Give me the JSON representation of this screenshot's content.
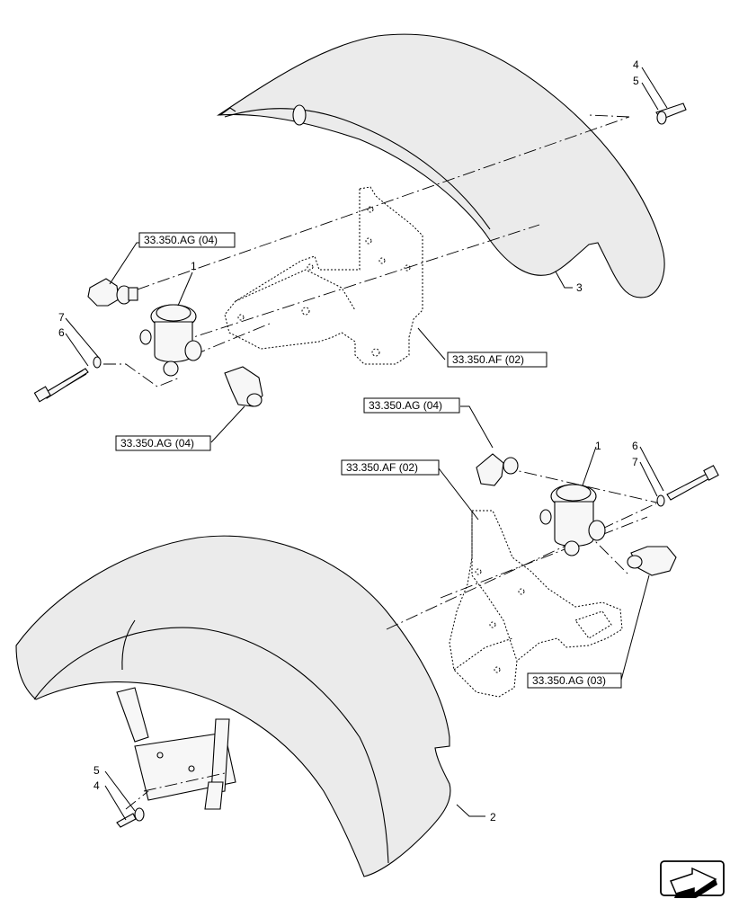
{
  "callouts": {
    "one_top": "1",
    "two": "2",
    "three": "3",
    "four_top": "4",
    "five_top": "5",
    "six_left": "6",
    "seven_left": "7",
    "one_bottom": "1",
    "six_right": "6",
    "seven_right": "7",
    "five_bottom": "5",
    "four_bottom": "4"
  },
  "references": {
    "ag04_top": "33.350.AG (04)",
    "af02_top": "33.350.AF (02)",
    "ag04_left": "33.350.AG (04)",
    "ag04_right": "33.350.AG (04)",
    "af02_bottom": "33.350.AF (02)",
    "ag03_bottom": "33.350.AG (03)"
  },
  "nav_icon": "next-page-arrow-icon"
}
